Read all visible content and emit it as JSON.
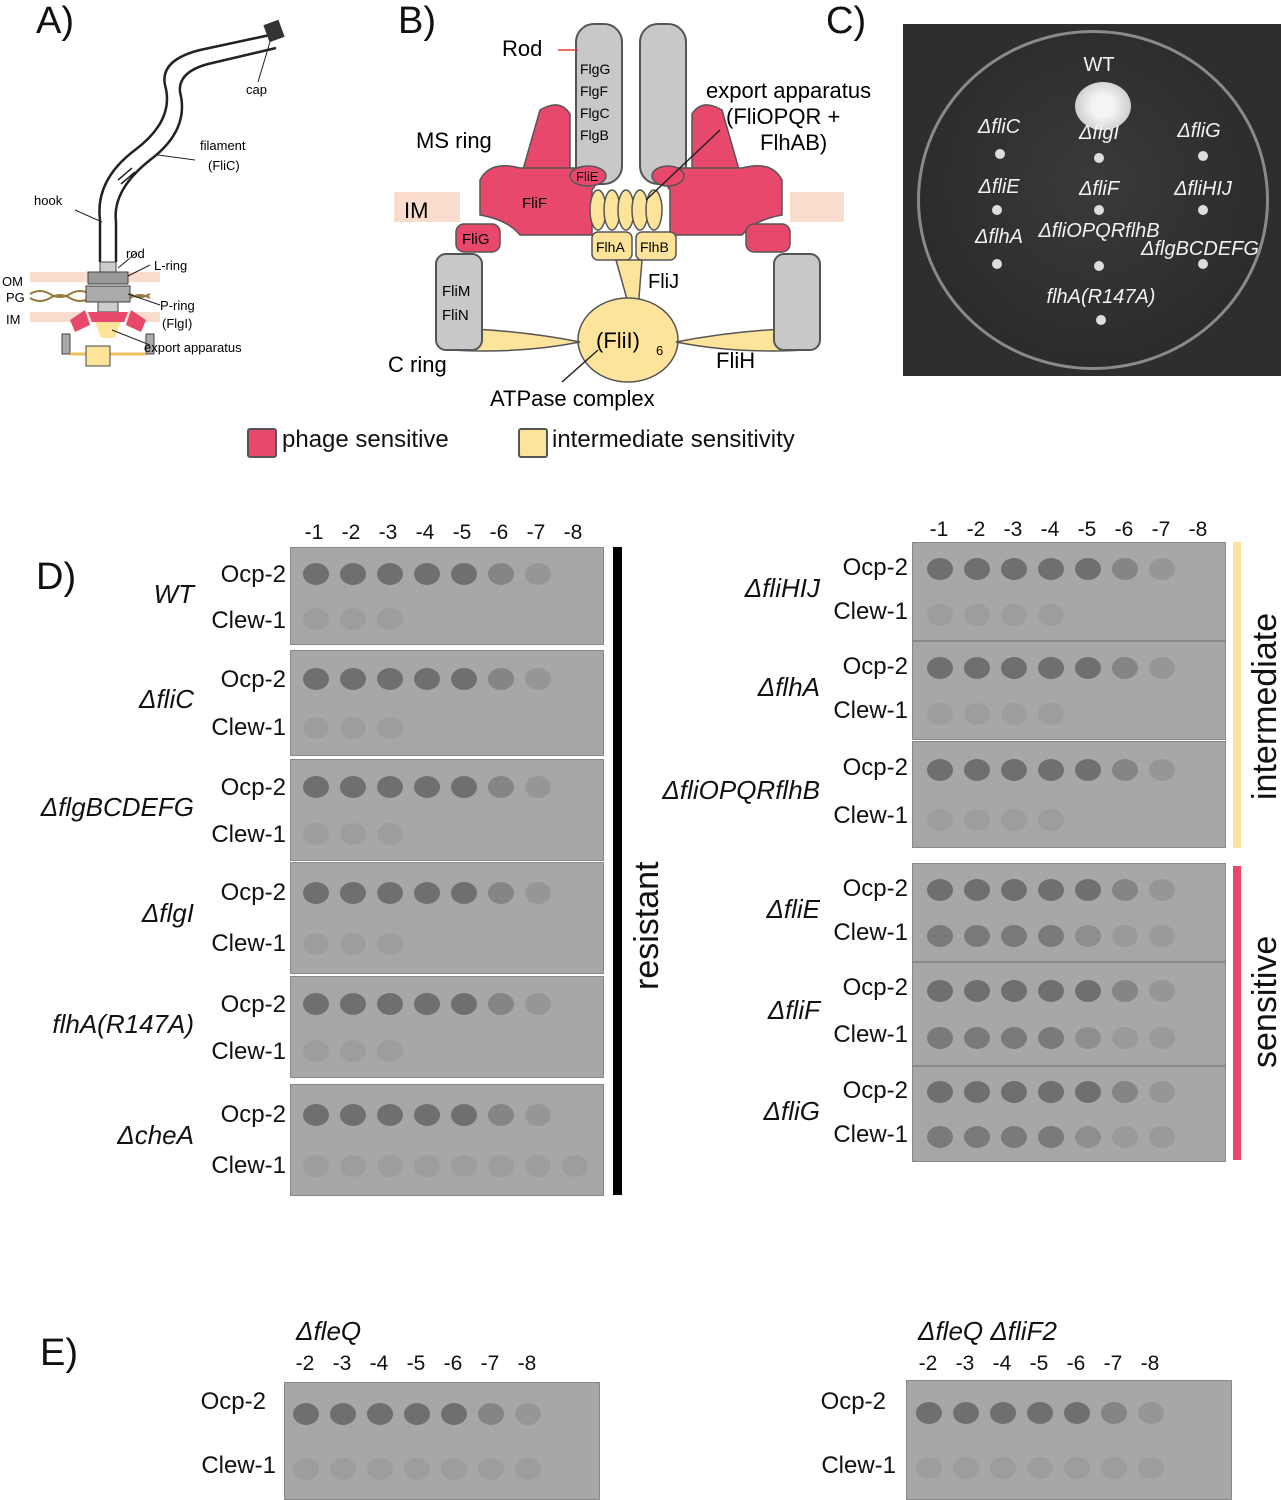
{
  "panels": {
    "a": "A)",
    "b": "B)",
    "c": "C)",
    "d": "D)",
    "e": "E)"
  },
  "panel_a": {
    "labels": {
      "cap": "cap",
      "filament": "filament",
      "filament_sub": "(FliC)",
      "hook": "hook",
      "rod": "rod",
      "l_ring": "L-ring",
      "om": "OM",
      "pg": "PG",
      "im": "IM",
      "p_ring": "P-ring",
      "p_ring_sub": "(FlgI)",
      "export": "export apparatus"
    }
  },
  "panel_b": {
    "labels": {
      "rod": "Rod",
      "flgG": "FlgG",
      "flgF": "FlgF",
      "flgC": "FlgC",
      "flgB": "FlgB",
      "ms_ring": "MS ring",
      "export1": "export apparatus",
      "export2": "(FliOPQR +",
      "export3": "FlhAB)",
      "im": "IM",
      "fliE": "FliE",
      "fliF": "FliF",
      "fliG": "FliG",
      "flhA": "FlhA",
      "flhB": "FlhB",
      "fliJ": "FliJ",
      "fliM": "FliM",
      "fliN": "FliN",
      "c_ring": "C ring",
      "flii": "(FliI)",
      "flii_sub": "6",
      "fliH": "FliH",
      "atpase": "ATPase complex"
    },
    "legend": [
      {
        "label": "phage sensitive",
        "color": "#e8486c"
      },
      {
        "label": "intermediate sensitivity",
        "color": "#fde49a"
      }
    ],
    "colors": {
      "sensitive": "#e8486c",
      "intermediate": "#fde49a",
      "grey": "#c8c8c8",
      "membrane": "#f8dccc"
    }
  },
  "panel_c": {
    "plate_labels": [
      "WT",
      "ΔfliC",
      "ΔflgI",
      "ΔfliG",
      "ΔfliE",
      "ΔfliF",
      "ΔfliHIJ",
      "ΔflhA",
      "ΔfliOPQRflhB",
      "ΔflgBCDEFG",
      "flhA(R147A)"
    ]
  },
  "panel_d": {
    "dilutions": [
      "-1",
      "-2",
      "-3",
      "-4",
      "-5",
      "-6",
      "-7",
      "-8"
    ],
    "row_labels": [
      "Ocp-2",
      "Clew-1"
    ],
    "left_group_label": "resistant",
    "left_strains": [
      "WT",
      "ΔfliC",
      "ΔflgBCDEFG",
      "ΔflgI",
      "flhA(R147A)",
      "ΔcheA"
    ],
    "right_strains": [
      "ΔfliHIJ",
      "ΔflhA",
      "ΔfliOPQRflhB",
      "ΔfliE",
      "ΔfliF",
      "ΔfliG"
    ],
    "intermediate_label": "intermediate",
    "sensitive_label": "sensitive",
    "colors": {
      "resistant_bar": "#000000",
      "intermediate_bar": "#fde49a",
      "sensitive_bar": "#e8486c"
    }
  },
  "panel_e": {
    "left_title": "ΔfleQ",
    "right_title": "ΔfleQ ΔfliF2",
    "dilutions": [
      "-2",
      "-3",
      "-4",
      "-5",
      "-6",
      "-7",
      "-8"
    ],
    "row_labels": [
      "Ocp-2",
      "Clew-1"
    ]
  }
}
